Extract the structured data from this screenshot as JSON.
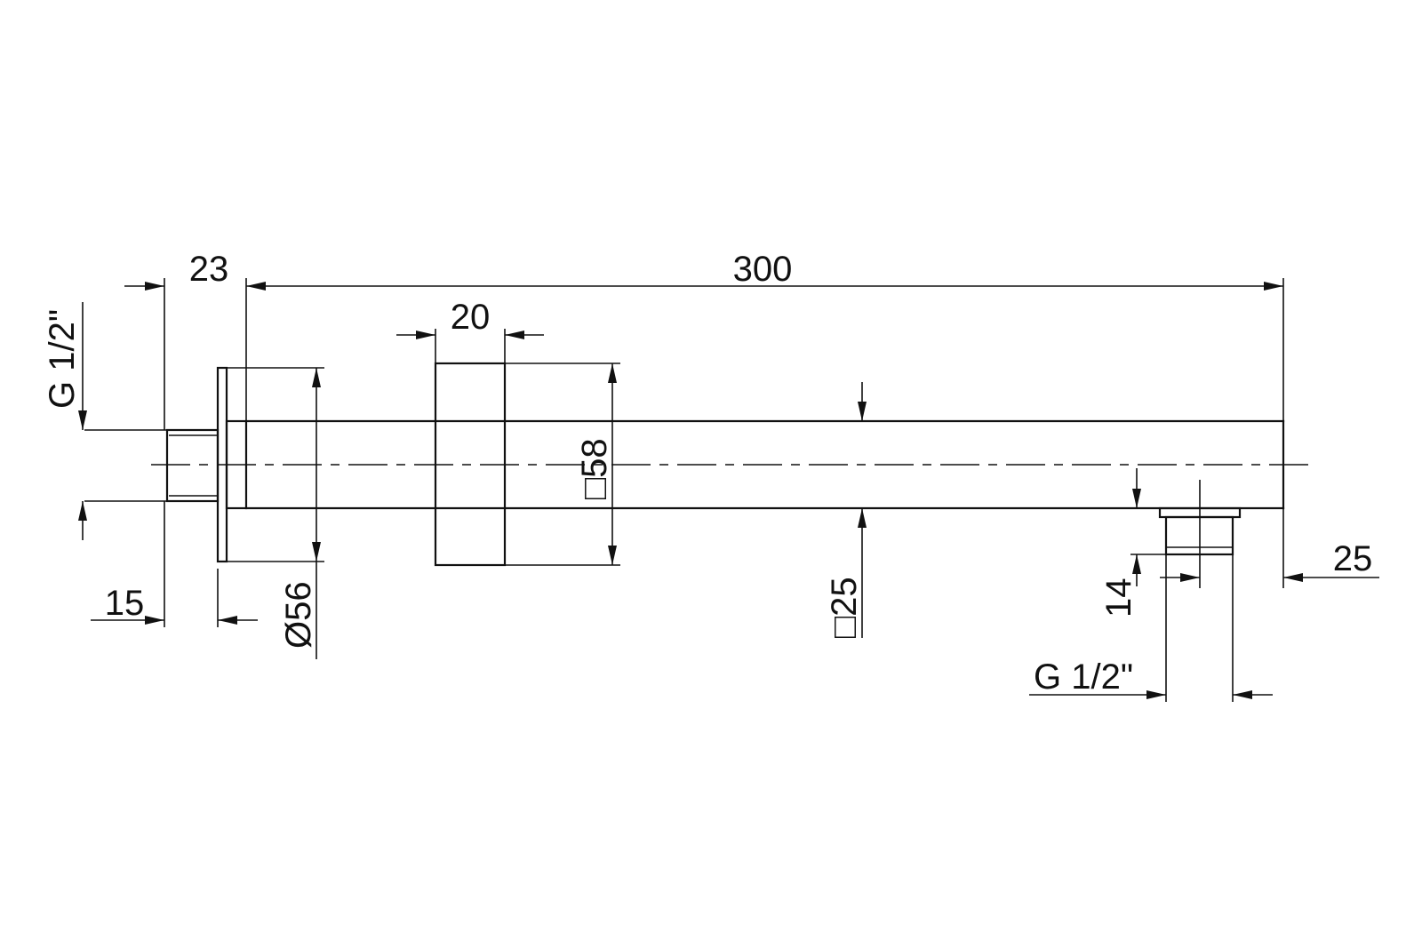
{
  "drawing": {
    "dimensions": {
      "inlet_thread": "G 1/2\"",
      "flange_offset": "23",
      "arm_length": "300",
      "cover_width": "20",
      "cover_size": "□58",
      "flange_diameter": "Ø56",
      "arm_section": "□25",
      "outlet_height": "14",
      "outlet_offset": "25",
      "thread_length": "15",
      "outlet_thread": "G 1/2\""
    }
  }
}
